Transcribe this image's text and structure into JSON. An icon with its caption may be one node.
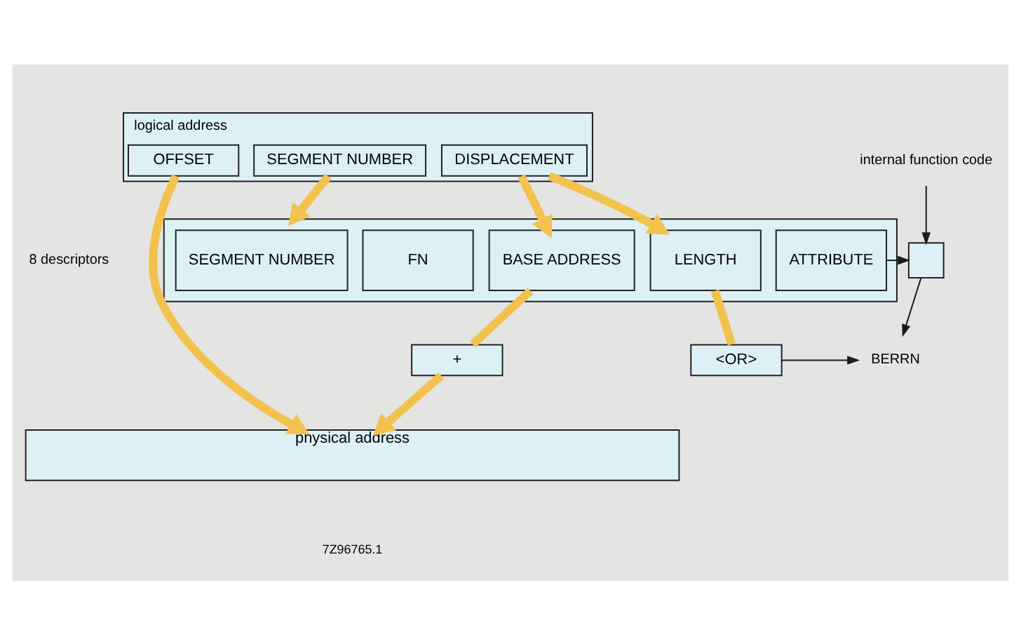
{
  "diagram": {
    "nodes": [
      {
        "text": [
          "logical address"
        ]
      },
      {
        "text": [
          "SEGMENT NUMBER"
        ],
        "in": 0
      },
      {
        "text": [
          "DISPLACEMENT"
        ],
        "in": 0
      },
      {
        "text": [
          "OFFSET"
        ],
        "in": 0
      },
      {
        "text": [],
        "shape": "box",
        "beside": [
          "8 descriptors"
        ]
      },
      {
        "text": [
          "SEGMENT NUMBER"
        ],
        "in": 4
      },
      {
        "text": [
          "FN"
        ],
        "in": 4
      },
      {
        "text": [
          "BASE ADDRESS"
        ],
        "in": 4
      },
      {
        "text": [
          "LENGTH"
        ],
        "in": 4
      },
      {
        "text": [
          "ATTRIBUTE"
        ],
        "in": 4
      },
      {
        "text": [],
        "shape": "box"
      },
      {
        "text": [
          "internal function code"
        ]
      },
      {
        "text": [
          "+"
        ]
      },
      {
        "text": [
          "<OR>"
        ]
      },
      {
        "text": [
          "BERRN"
        ]
      },
      {
        "text": [
          "physical address"
        ]
      }
    ],
    "edges": [
      {
        "from": 1,
        "to": 4,
        "arrow": "to"
      },
      {
        "from": 2,
        "to": 7,
        "arrow": "to"
      },
      {
        "from": 2,
        "to": 8,
        "arrow": "to"
      },
      {
        "from": 3,
        "to": 15,
        "arrow": "to"
      },
      {
        "from": 7,
        "to": 12,
        "arrow": "none"
      },
      {
        "from": 8,
        "to": 13,
        "arrow": "none"
      },
      {
        "from": 12,
        "to": 15,
        "arrow": "to"
      },
      {
        "from": 9,
        "to": 10,
        "arrow": "to",
        "color": "#1a1a1a"
      },
      {
        "from": 11,
        "to": 10,
        "arrow": "to",
        "color": "#1a1a1a"
      },
      {
        "from": 10,
        "to": 14,
        "arrow": "to",
        "color": "#1a1a1a"
      },
      {
        "from": 13,
        "to": 14,
        "arrow": "to",
        "color": "#1a1a1a"
      }
    ],
    "labels": [
      "7Z96765.1"
    ]
  }
}
